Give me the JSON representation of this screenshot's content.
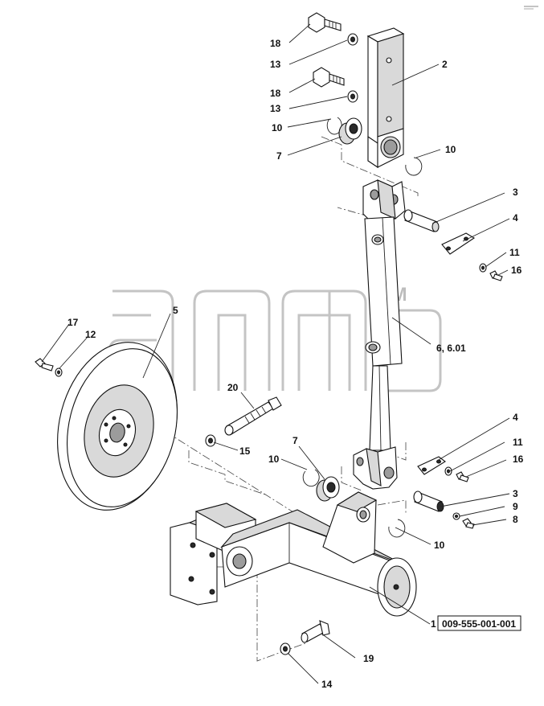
{
  "watermark": {
    "trademark": "TM"
  },
  "callouts": [
    {
      "id": "c18a",
      "label": "18"
    },
    {
      "id": "c13a",
      "label": "13"
    },
    {
      "id": "c18b",
      "label": "18"
    },
    {
      "id": "c13b",
      "label": "13"
    },
    {
      "id": "c10a",
      "label": "10"
    },
    {
      "id": "c7a",
      "label": "7"
    },
    {
      "id": "c2",
      "label": "2"
    },
    {
      "id": "c10b",
      "label": "10"
    },
    {
      "id": "c3a",
      "label": "3"
    },
    {
      "id": "c4a",
      "label": "4"
    },
    {
      "id": "c11a",
      "label": "11"
    },
    {
      "id": "c16a",
      "label": "16"
    },
    {
      "id": "c5",
      "label": "5"
    },
    {
      "id": "c17",
      "label": "17"
    },
    {
      "id": "c12",
      "label": "12"
    },
    {
      "id": "c6",
      "label": "6, 6.01"
    },
    {
      "id": "c20",
      "label": "20"
    },
    {
      "id": "c15",
      "label": "15"
    },
    {
      "id": "c7b",
      "label": "7"
    },
    {
      "id": "c10c",
      "label": "10"
    },
    {
      "id": "c4b",
      "label": "4"
    },
    {
      "id": "c11b",
      "label": "11"
    },
    {
      "id": "c16b",
      "label": "16"
    },
    {
      "id": "c3b",
      "label": "3"
    },
    {
      "id": "c9",
      "label": "9"
    },
    {
      "id": "c8",
      "label": "8"
    },
    {
      "id": "c10d",
      "label": "10"
    },
    {
      "id": "c1",
      "label": "1"
    },
    {
      "id": "c19",
      "label": "19"
    },
    {
      "id": "c14",
      "label": "14"
    }
  ],
  "part_number": "009-555-001-001"
}
